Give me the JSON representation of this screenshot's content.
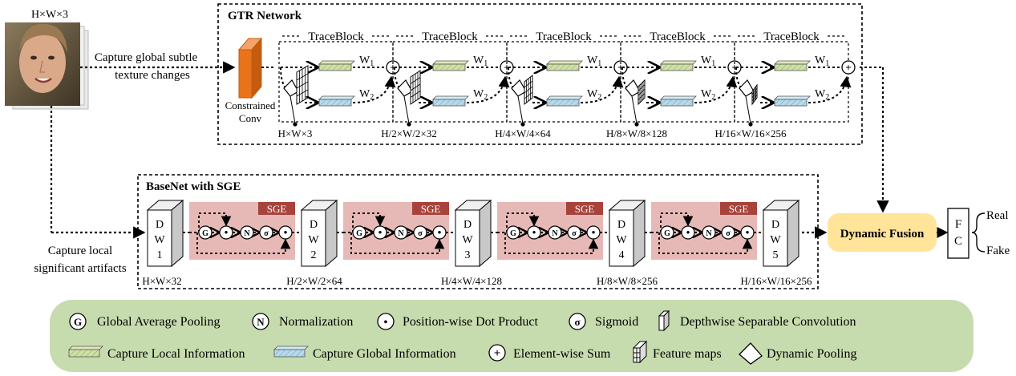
{
  "input": {
    "dims": "H×W×3"
  },
  "gtr": {
    "title": "GTR Network",
    "constrained_conv": [
      "Constrained",
      "Conv"
    ],
    "trace_block_label": "TraceBlock",
    "w1": "W",
    "w1_sub": "1",
    "w2": "W",
    "w2_sub": "2",
    "dims": [
      "H×W×3",
      "H/2×W/2×32",
      "H/4×W/4×64",
      "H/8×W/8×128",
      "H/16×W/16×256"
    ]
  },
  "basenet": {
    "title": "BaseNet with SGE",
    "sge_label": "SGE",
    "dw_blocks": [
      {
        "line1": "D",
        "line2": "W",
        "line3": "1"
      },
      {
        "line1": "D",
        "line2": "W",
        "line3": "2"
      },
      {
        "line1": "D",
        "line2": "W",
        "line3": "3"
      },
      {
        "line1": "D",
        "line2": "W",
        "line3": "4"
      },
      {
        "line1": "D",
        "line2": "W",
        "line3": "5"
      }
    ],
    "dims": [
      "H×W×32",
      "H/2×W/2×64",
      "H/4×W/4×128",
      "H/8×W/8×256",
      "H/16×W/16×256"
    ],
    "op_glyphs": {
      "gap": "G",
      "dot": "•",
      "norm": "N",
      "sigmoid": "σ"
    }
  },
  "annotations": {
    "global": [
      "Capture global subtle",
      "texture changes"
    ],
    "local": [
      "Capture local",
      "significant artifacts"
    ]
  },
  "fusion": {
    "label": "Dynamic Fusion",
    "fc": [
      "F",
      "C"
    ],
    "outputs": [
      "Real",
      "Fake"
    ]
  },
  "legend": {
    "row1": [
      {
        "icon": "G",
        "label": "Global Average Pooling"
      },
      {
        "icon": "N",
        "label": "Normalization"
      },
      {
        "icon": "•",
        "label": "Position-wise Dot Product"
      },
      {
        "icon": "σ",
        "label": "Sigmoid"
      },
      {
        "icon": "cube",
        "label": "Depthwise Separable Convolution"
      }
    ],
    "row2": [
      {
        "icon": "green-bar",
        "label": "Capture Local Information"
      },
      {
        "icon": "blue-bar",
        "label": "Capture Global Information"
      },
      {
        "icon": "+",
        "label": "Element-wise Sum"
      },
      {
        "icon": "feature-map",
        "label": "Feature maps"
      },
      {
        "icon": "triangle",
        "label": "Dynamic Pooling"
      }
    ]
  },
  "colors": {
    "constrained_conv": "#e8731a",
    "sge_bg": "#e7b9b6",
    "sge_tag": "#a8433c",
    "fusion_bg": "#ffe49a",
    "legend_bg": "#c7dcae",
    "local_bar": "#cfe0a4",
    "global_bar": "#b7d9ea"
  }
}
